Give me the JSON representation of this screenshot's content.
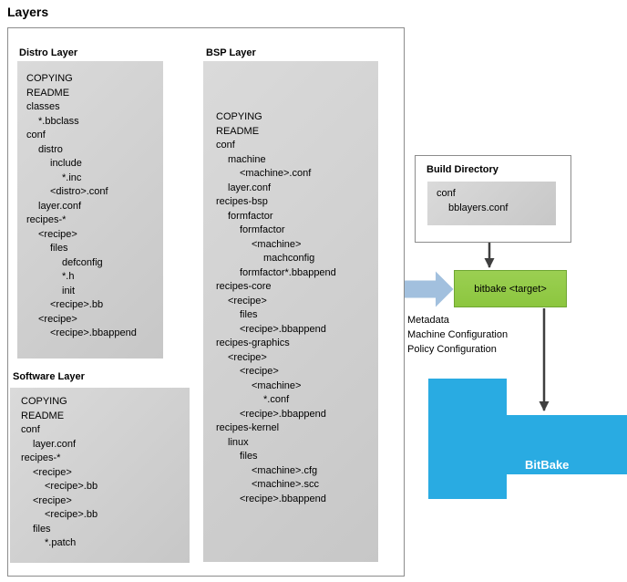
{
  "title": "Layers",
  "colors": {
    "green": "#8CC63F",
    "green_border": "#6FA632",
    "blue": "#29ABE2",
    "arrow_blue": "#A2C0DE",
    "panel_gray_1": "#DADADA",
    "panel_gray_2": "#C7C7C7",
    "arrow_dark": "#3F3F3F",
    "border_gray": "#8C8C8C"
  },
  "distro_layer": {
    "label": "Distro Layer",
    "lines": [
      {
        "indent": 0,
        "text": "COPYING"
      },
      {
        "indent": 0,
        "text": "README"
      },
      {
        "indent": 0,
        "text": "classes"
      },
      {
        "indent": 1,
        "text": "*.bbclass"
      },
      {
        "indent": 0,
        "text": "conf"
      },
      {
        "indent": 1,
        "text": "distro"
      },
      {
        "indent": 2,
        "text": "include"
      },
      {
        "indent": 3,
        "text": "*.inc"
      },
      {
        "indent": 2,
        "text": "<distro>.conf"
      },
      {
        "indent": 1,
        "text": "layer.conf"
      },
      {
        "indent": 0,
        "text": "recipes-*"
      },
      {
        "indent": 1,
        "text": "<recipe>"
      },
      {
        "indent": 2,
        "text": "files"
      },
      {
        "indent": 3,
        "text": "defconfig"
      },
      {
        "indent": 3,
        "text": "*.h"
      },
      {
        "indent": 3,
        "text": "init"
      },
      {
        "indent": 2,
        "text": "<recipe>.bb"
      },
      {
        "indent": 1,
        "text": "<recipe>"
      },
      {
        "indent": 2,
        "text": "<recipe>.bbappend"
      }
    ]
  },
  "bsp_layer": {
    "label": "BSP Layer",
    "lines": [
      {
        "indent": 0,
        "text": "COPYING"
      },
      {
        "indent": 0,
        "text": "README"
      },
      {
        "indent": 0,
        "text": "conf"
      },
      {
        "indent": 1,
        "text": "machine"
      },
      {
        "indent": 2,
        "text": "<machine>.conf"
      },
      {
        "indent": 1,
        "text": "layer.conf"
      },
      {
        "indent": 0,
        "text": "recipes-bsp"
      },
      {
        "indent": 1,
        "text": "formfactor"
      },
      {
        "indent": 2,
        "text": "formfactor"
      },
      {
        "indent": 3,
        "text": "<machine>"
      },
      {
        "indent": 4,
        "text": "machconfig"
      },
      {
        "indent": 2,
        "text": "formfactor*.bbappend"
      },
      {
        "indent": 0,
        "text": "recipes-core"
      },
      {
        "indent": 1,
        "text": "<recipe>"
      },
      {
        "indent": 2,
        "text": "files"
      },
      {
        "indent": 2,
        "text": "<recipe>.bbappend"
      },
      {
        "indent": 0,
        "text": "recipes-graphics"
      },
      {
        "indent": 1,
        "text": "<recipe>"
      },
      {
        "indent": 2,
        "text": "<recipe>"
      },
      {
        "indent": 3,
        "text": "<machine>"
      },
      {
        "indent": 4,
        "text": "*.conf"
      },
      {
        "indent": 2,
        "text": "<recipe>.bbappend"
      },
      {
        "indent": 0,
        "text": "recipes-kernel"
      },
      {
        "indent": 1,
        "text": "linux"
      },
      {
        "indent": 2,
        "text": "files"
      },
      {
        "indent": 3,
        "text": "<machine>.cfg"
      },
      {
        "indent": 3,
        "text": "<machine>.scc"
      },
      {
        "indent": 2,
        "text": "<recipe>.bbappend"
      }
    ]
  },
  "software_layer": {
    "label": "Software Layer",
    "lines": [
      {
        "indent": 0,
        "text": "COPYING"
      },
      {
        "indent": 0,
        "text": "README"
      },
      {
        "indent": 0,
        "text": "conf"
      },
      {
        "indent": 1,
        "text": "layer.conf"
      },
      {
        "indent": 0,
        "text": "recipes-*"
      },
      {
        "indent": 1,
        "text": "<recipe>"
      },
      {
        "indent": 2,
        "text": "<recipe>.bb"
      },
      {
        "indent": 1,
        "text": "<recipe>"
      },
      {
        "indent": 2,
        "text": "<recipe>.bb"
      },
      {
        "indent": 1,
        "text": "files"
      },
      {
        "indent": 2,
        "text": "*.patch"
      }
    ]
  },
  "build_directory": {
    "label": "Build Directory",
    "lines": [
      {
        "indent": 0,
        "text": "conf"
      },
      {
        "indent": 1,
        "text": "bblayers.conf"
      }
    ]
  },
  "bitbake_target": {
    "label": "bitbake <target>"
  },
  "flow_labels": {
    "lines": [
      "Metadata",
      "Machine Configuration",
      "Policy Configuration"
    ]
  },
  "bitbake": {
    "label": "BitBake"
  }
}
